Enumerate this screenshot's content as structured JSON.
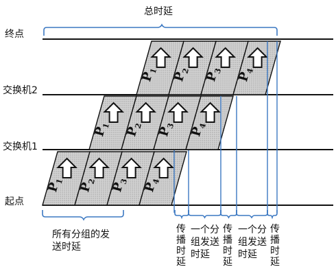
{
  "labels": {
    "total_delay": "总时延",
    "end_point": "终点",
    "switch2": "交换机2",
    "switch1": "交换机1",
    "start_point": "起点"
  },
  "bottom_labels": {
    "all_packets_tx_line1": "所有分组的发",
    "all_packets_tx_line2": "送时延",
    "prop_delay_1": [
      "传",
      "播",
      "时",
      "延"
    ],
    "one_packet_tx_1": [
      "一个分",
      "组发送",
      "时延"
    ],
    "prop_delay_2": [
      "传",
      "播",
      "时",
      "延"
    ],
    "one_packet_tx_2": [
      "一个分",
      "组发送",
      "时延"
    ],
    "prop_delay_3": [
      "传",
      "播",
      "时",
      "延"
    ]
  },
  "packets": {
    "start_row": [
      "P1",
      "P2",
      "P3",
      "P4"
    ],
    "switch1_row": [
      "P1",
      "P2",
      "P3",
      "P4"
    ],
    "switch2_row": [
      "P1",
      "P2",
      "P3",
      "P4"
    ]
  },
  "colors": {
    "line": "#111111",
    "bracket": "#3b78c2",
    "packet_fill": "#c8c8c8"
  }
}
